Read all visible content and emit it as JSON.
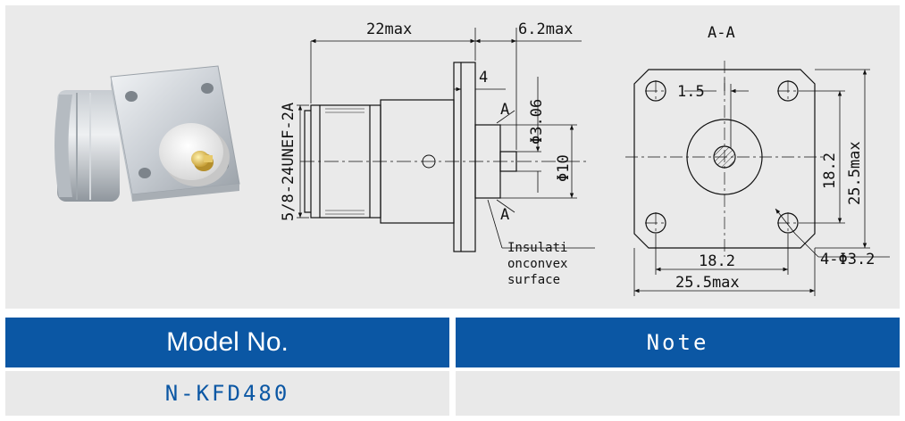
{
  "drawing": {
    "dim_length_max": "22max",
    "dim_front_max": "6.2max",
    "dim_flange_thk": "4",
    "dim_pin_dia": "Φ3.06",
    "dim_insulator_dia": "Φ10",
    "thread_label": "5/8-24UNEF-2A",
    "section_marker": "A",
    "section_title": "A-A",
    "dim_hole_offset": "1.5",
    "dim_hole_spacing_v": "18.2",
    "dim_width_v": "25.5max",
    "dim_hole_spacing_h": "18.2",
    "dim_width_h": "25.5max",
    "dim_mount_holes": "4-Φ3.2",
    "insulation_note": [
      "Insulati",
      "onconvex",
      "surface"
    ]
  },
  "table": {
    "model_header": "Model No.",
    "note_header": "Note",
    "model_value": "N-KFD480",
    "note_value": ""
  },
  "colors": {
    "header_bg": "#0b57a4",
    "panel_bg": "#eaeaea",
    "model_text": "#0b57a4"
  }
}
